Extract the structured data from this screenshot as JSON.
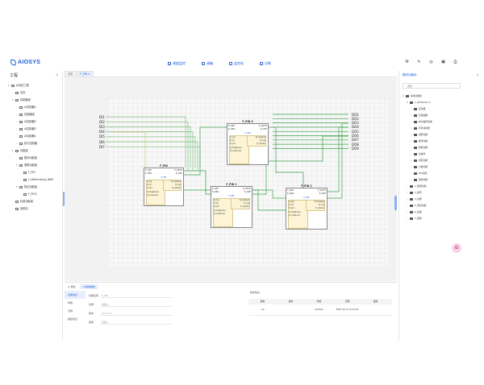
{
  "app": {
    "logo": "AIOSYS"
  },
  "nav": [
    {
      "label": "调度监控",
      "icon": "search-icon"
    },
    {
      "label": "调编",
      "icon": "edit-icon"
    },
    {
      "label": "监控站",
      "icon": "monitor-icon"
    },
    {
      "label": "诊断",
      "icon": "diagnose-icon"
    }
  ],
  "tools": [
    {
      "glyph": "⚒",
      "icon": "tools-icon"
    },
    {
      "glyph": "✎",
      "icon": "pen-icon"
    },
    {
      "glyph": "◎",
      "icon": "target-icon"
    },
    {
      "glyph": "▣",
      "icon": "device-icon"
    },
    {
      "glyph": "⎙",
      "icon": "print-icon"
    }
  ],
  "left": {
    "title": "工程",
    "collapse": "◁",
    "tree": [
      {
        "level": 0,
        "tri": "▾",
        "label": "AI测试工程"
      },
      {
        "level": 1,
        "tri": "",
        "label": "总览"
      },
      {
        "level": 1,
        "tri": "▾",
        "label": "控制器组"
      },
      {
        "level": 2,
        "tri": "›",
        "label": "AI控制器1"
      },
      {
        "level": 2,
        "tri": "›",
        "label": "控制器组"
      },
      {
        "level": 2,
        "tri": "›",
        "label": "AI控制器2"
      },
      {
        "level": 2,
        "tri": "›",
        "label": "AI控制器3"
      },
      {
        "level": 2,
        "tri": "›",
        "label": "AI控制器4"
      },
      {
        "level": 2,
        "tri": "›",
        "label": "执行控制器"
      },
      {
        "level": 1,
        "tri": "▾",
        "label": "功能组"
      },
      {
        "level": 2,
        "tri": "",
        "label": "模块功能组"
      },
      {
        "level": 2,
        "tri": "▾",
        "label": "逻辑功能组"
      },
      {
        "level": 3,
        "tri": "",
        "label": "F_PID"
      },
      {
        "level": 3,
        "tri": "",
        "label": "F_Mathmatica_BKM"
      },
      {
        "level": 2,
        "tri": "▾",
        "label": "算法功能组"
      },
      {
        "level": 3,
        "tri": "",
        "label": "F_PID2"
      },
      {
        "level": 1,
        "tri": "",
        "label": "标准功能组"
      },
      {
        "level": 1,
        "tri": "",
        "label": "回收站"
      }
    ]
  },
  "tabs": [
    {
      "label": "总览",
      "active": false
    },
    {
      "label": "F_PID ×",
      "active": true
    }
  ],
  "diagram": {
    "inputs": [
      "DI1",
      "DI2",
      "DI3",
      "DI4",
      "DI5",
      "DI6",
      "DI7"
    ],
    "outputs": [
      "DO1",
      "DO2",
      "DO3",
      "DO4",
      "DO5",
      "DO6",
      "DO7",
      "DO8",
      "DO9"
    ],
    "blocks": [
      {
        "title": "F_PID",
        "left_ports": [
          "E_INIT",
          "E_REQ"
        ],
        "right_ports": [
          "E_INITO",
          "E_CNF"
        ],
        "inner": "F_PID",
        "inputs": [
          "D_Kp",
          "D_Ki",
          "D_Kd",
          "D_HighLine",
          "D_LowLine"
        ],
        "outputs": [
          "D_Output",
          "D_Up",
          "D_Down"
        ]
      },
      {
        "title": "F_PID 3",
        "left_ports": [
          "E_INIT",
          "E_REQ"
        ],
        "right_ports": [
          "E_INITO",
          "E_CNF"
        ],
        "inner": "F_PID",
        "inputs": [
          "D_Kp",
          "D_Ki",
          "D_Kd",
          "D_HighLine",
          "D_LowLine"
        ],
        "outputs": [
          "D_Output",
          "D_Up",
          "D_Down"
        ]
      },
      {
        "title": "F_PID 1",
        "left_ports": [
          "E_INIT",
          "E_REQ"
        ],
        "right_ports": [
          "E_INITO",
          "E_CNF"
        ],
        "inner": "F_PID",
        "inputs": [
          "D_Kp",
          "D_Ki",
          "D_Kd",
          "D_HighLine",
          "D_LowLine"
        ],
        "outputs": [
          "D_Output",
          "D_Up",
          "D_Down"
        ]
      },
      {
        "title": "F_PID 2",
        "left_ports": [
          "E_INIT",
          "E_REQ"
        ],
        "right_ports": [
          "E_INITO",
          "E_CNF"
        ],
        "inner": "F_PID",
        "inputs": [
          "D_Kp",
          "D_Ki",
          "D_Kd",
          "D_HighLine",
          "D_LowLine"
        ],
        "outputs": [
          "D_Output",
          "D_Up",
          "D_Down"
        ]
      }
    ]
  },
  "bottom": {
    "tabs": [
      {
        "label": "◎ 属性",
        "active": false
      },
      {
        "label": "⊡ 模块属性",
        "active": true
      }
    ],
    "side": [
      {
        "label": "功能信息",
        "active": true
      },
      {
        "label": "参数",
        "active": false
      },
      {
        "label": "引脚",
        "active": false
      },
      {
        "label": "描述信息",
        "active": false
      }
    ],
    "form": [
      {
        "label": "功能名称",
        "value": "F_PID"
      },
      {
        "label": "注释",
        "value": "请输入"
      },
      {
        "label": "版本",
        "value": "V1.0.0.0"
      },
      {
        "label": "类型",
        "value": "请输入"
      }
    ],
    "table": {
      "title": "版本信息",
      "headers": [
        "版本",
        "操作",
        "作者",
        "日期",
        "描述"
      ],
      "rows": [
        [
          "1.0",
          "",
          "yanshen",
          "2025-12-11 15:14:01",
          ""
        ]
      ]
    }
  },
  "right": {
    "title": "模块功能树",
    "collapse": "▷",
    "search_placeholder": "搜索",
    "tree": [
      {
        "level": 0,
        "tri": "▾",
        "label": "标准功能树"
      },
      {
        "level": 1,
        "tri": "▾",
        "label": "1_IEC61131-3"
      },
      {
        "level": 2,
        "tri": "›",
        "label": "定时器"
      },
      {
        "level": 2,
        "tri": "›",
        "label": "比较函数"
      },
      {
        "level": 2,
        "tri": "›",
        "label": "布尔操作功能"
      },
      {
        "level": 2,
        "tri": "›",
        "label": "字符串功能"
      },
      {
        "level": 2,
        "tri": "›",
        "label": "选择功能"
      },
      {
        "level": 2,
        "tri": "›",
        "label": "数学功能"
      },
      {
        "level": 2,
        "tri": "›",
        "label": "转换功能"
      },
      {
        "level": 2,
        "tri": "›",
        "label": "位操作"
      },
      {
        "level": 2,
        "tri": "›",
        "label": "双稳功能"
      },
      {
        "level": 2,
        "tri": "›",
        "label": "计数功能"
      },
      {
        "level": 2,
        "tri": "›",
        "label": "PID功能"
      },
      {
        "level": 2,
        "tri": "›",
        "label": "其他功能"
      },
      {
        "level": 1,
        "tri": "›",
        "label": "2_通用功能"
      },
      {
        "level": 1,
        "tri": "›",
        "label": "3_通讯"
      },
      {
        "level": 1,
        "tri": "›",
        "label": "4_功能"
      },
      {
        "level": 1,
        "tri": "›",
        "label": "5_测试功能"
      },
      {
        "level": 1,
        "tri": "›",
        "label": "6_设备"
      },
      {
        "level": 1,
        "tri": "›",
        "label": "7_其他"
      }
    ]
  },
  "float_button": {
    "label": "✿"
  }
}
